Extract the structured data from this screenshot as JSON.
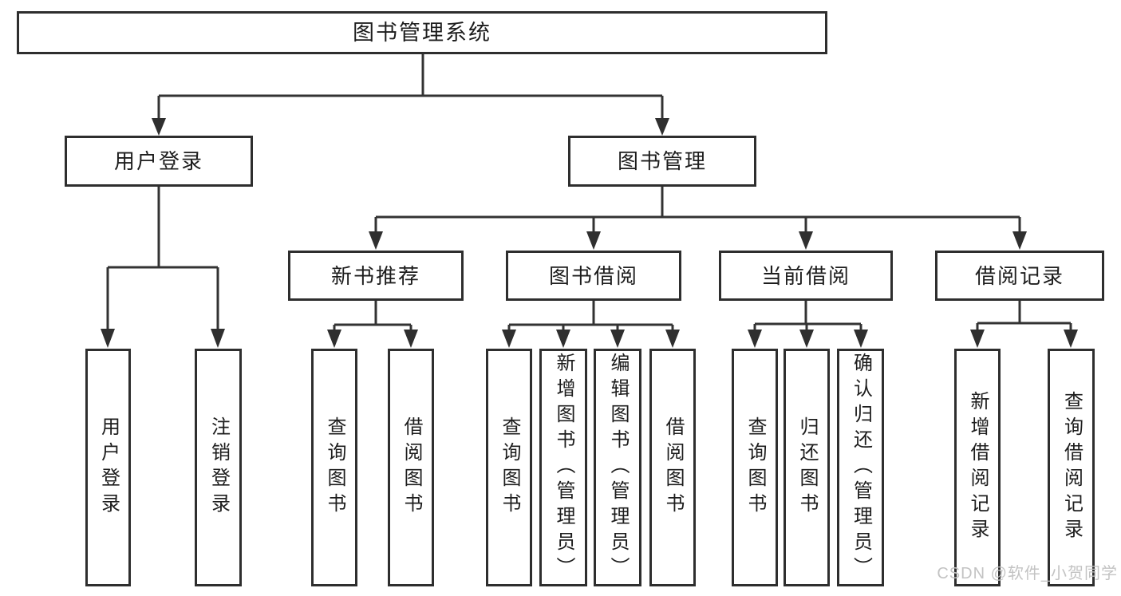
{
  "diagram": {
    "root_label": "图书管理系统",
    "branches": [
      {
        "label": "用户登录",
        "children": [
          {
            "label": "用户登录"
          },
          {
            "label": "注销登录"
          }
        ]
      },
      {
        "label": "图书管理",
        "children": [
          {
            "label": "新书推荐",
            "children": [
              {
                "label": "查询图书"
              },
              {
                "label": "借阅图书"
              }
            ]
          },
          {
            "label": "图书借阅",
            "children": [
              {
                "label": "查询图书"
              },
              {
                "label": "新增图书（管理员）"
              },
              {
                "label": "编辑图书（管理员）"
              },
              {
                "label": "借阅图书"
              }
            ]
          },
          {
            "label": "当前借阅",
            "children": [
              {
                "label": "查询图书"
              },
              {
                "label": "归还图书"
              },
              {
                "label": "确认归还（管理员）"
              }
            ]
          },
          {
            "label": "借阅记录",
            "children": [
              {
                "label": "新增借阅记录"
              },
              {
                "label": "查询借阅记录"
              }
            ]
          }
        ]
      }
    ]
  },
  "watermark": {
    "text": "CSDN @软件_小贺同学"
  },
  "colors": {
    "line": "#333333",
    "box_border": "#2e2e2e",
    "text": "#1d1d1d",
    "watermark": "#c3c3c3",
    "background": "#ffffff"
  }
}
